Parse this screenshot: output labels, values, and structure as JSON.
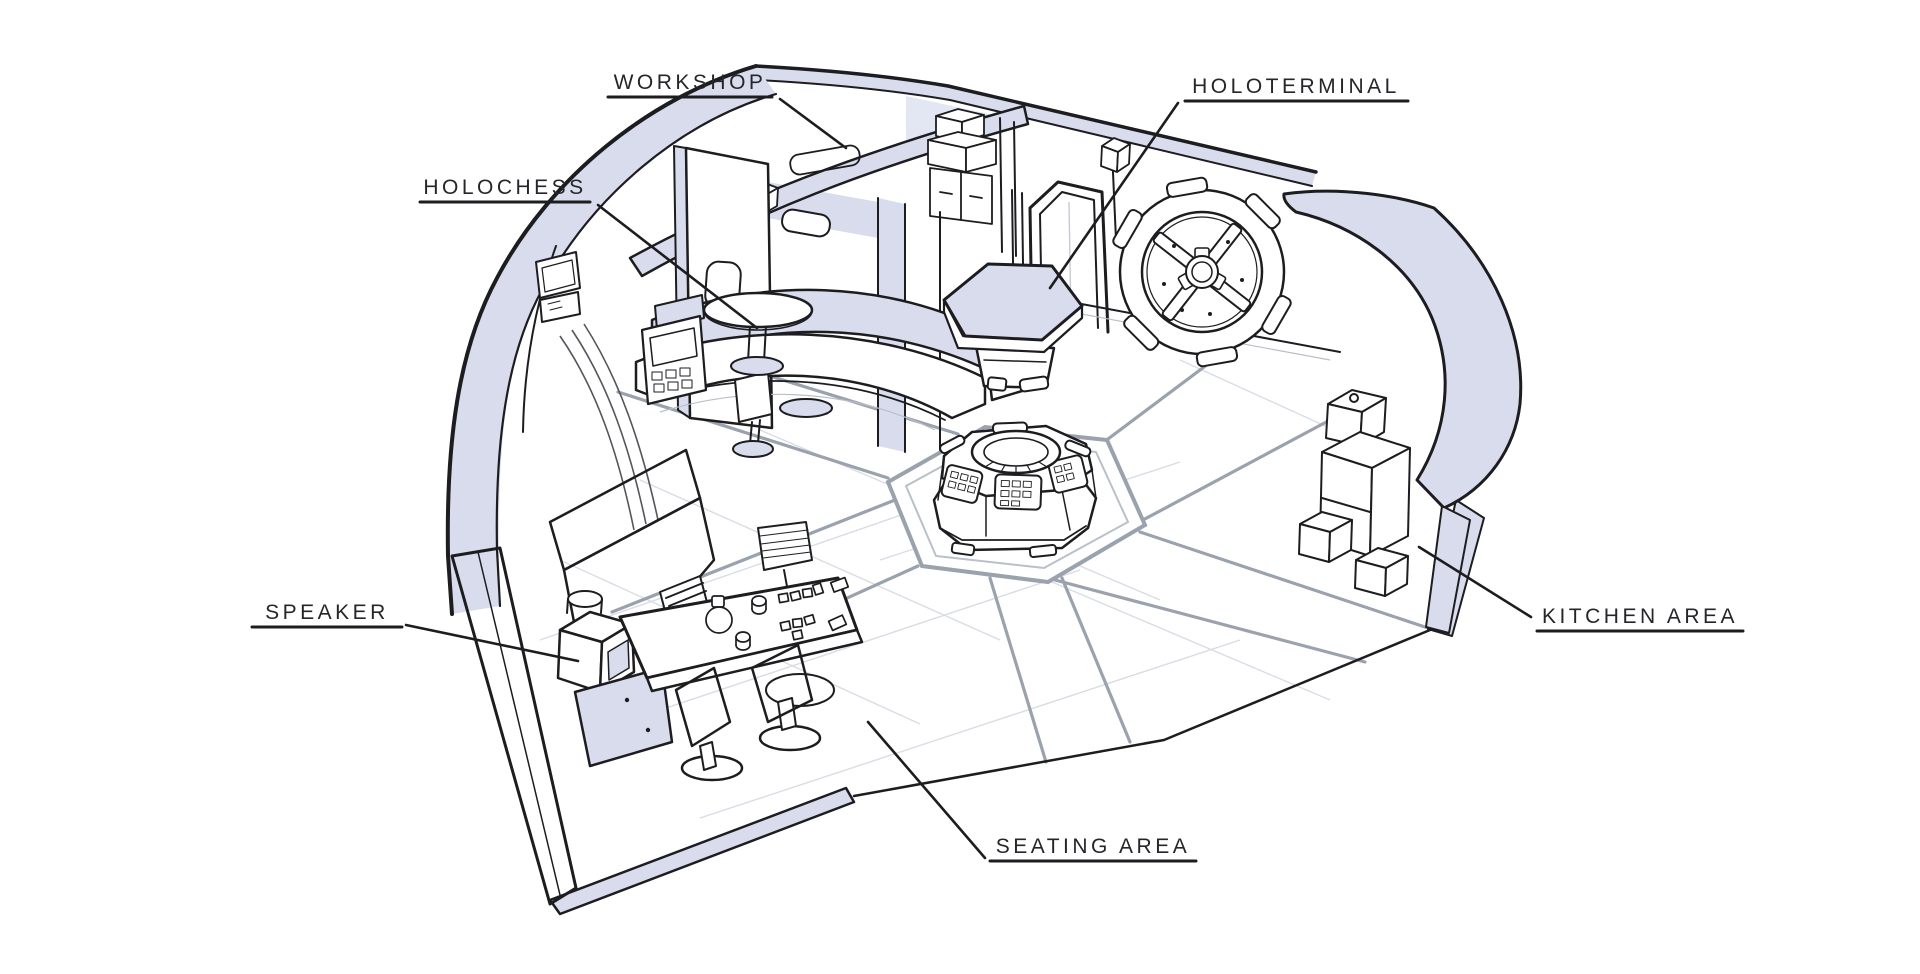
{
  "figure": {
    "kind": "isometric cutaway room illustration",
    "background": "#ffffff",
    "colors": {
      "ink": "#1d1d20",
      "wall_fill": "#d8dcec",
      "wall_fill_light": "#e3e7f3",
      "walkway_gray": "#9aa2ae",
      "tile_faint": "#d9dce4",
      "label_text": "#26262a"
    },
    "labels": [
      {
        "id": "workshop",
        "text": "WORKSHOP"
      },
      {
        "id": "holochess",
        "text": "HOLOCHESS"
      },
      {
        "id": "holoterminal",
        "text": "HOLOTERMINAL"
      },
      {
        "id": "speaker",
        "text": "SPEAKER"
      },
      {
        "id": "kitchen-area",
        "text": "KITCHEN AREA"
      },
      {
        "id": "seating-area",
        "text": "SEATING AREA"
      }
    ]
  }
}
